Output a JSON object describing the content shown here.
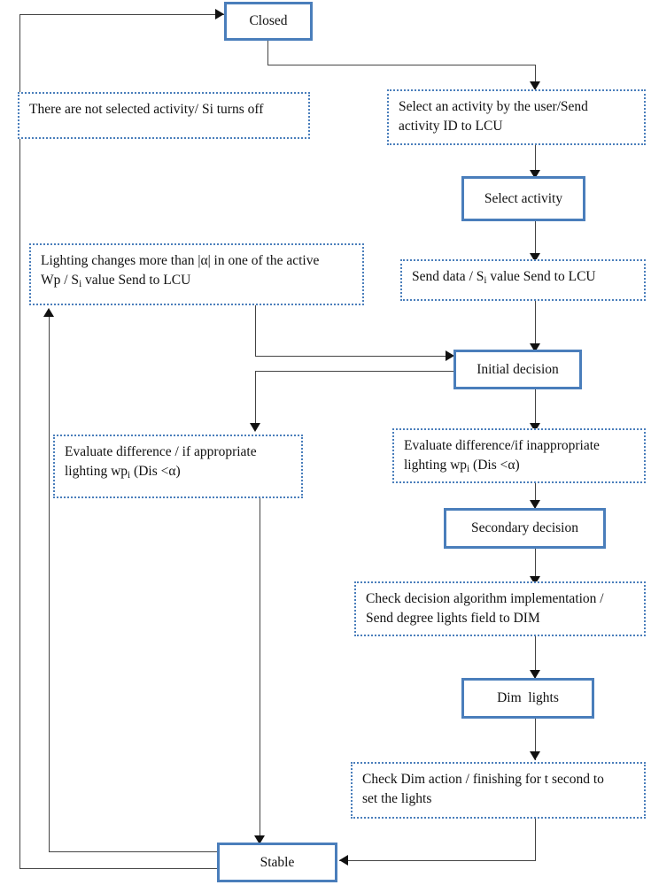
{
  "diagram": {
    "type": "state-flowchart",
    "accent_border_color": "#4a7ebb",
    "connector_color": "#444444",
    "background_color": "#ffffff",
    "states": [
      {
        "id": "closed",
        "label": "Closed"
      },
      {
        "id": "select_activity",
        "label": "Select activity"
      },
      {
        "id": "initial_decision",
        "label": "Initial decision"
      },
      {
        "id": "secondary_decision",
        "label": "Secondary decision"
      },
      {
        "id": "dim_lights",
        "label": "Dim  lights"
      },
      {
        "id": "stable",
        "label": "Stable"
      }
    ],
    "messages": [
      {
        "id": "not_selected",
        "line1": "There are not selected activity/ Si turns off",
        "line2": ""
      },
      {
        "id": "select_by_user",
        "line1": "Select an activity by the user/Send",
        "line2": "activity ID to LCU"
      },
      {
        "id": "send_data",
        "line1": "Send data / S",
        "sub1": "i",
        "line1b": " value Send to LCU",
        "line2": ""
      },
      {
        "id": "lighting_changes",
        "line1": "Lighting changes more than |α| in one of the active",
        "line2a": "Wp / S",
        "sub2": "i",
        "line2b": " value Send to LCU"
      },
      {
        "id": "eval_inappropriate",
        "line1": "Evaluate difference/if inappropriate",
        "line2a": "lighting wp",
        "sub2": "i",
        "line2b": " (Dis <α)"
      },
      {
        "id": "eval_appropriate",
        "line1": "Evaluate difference / if appropriate",
        "line2a": "lighting wp",
        "sub2": "i",
        "line2b": " (Dis <α)"
      },
      {
        "id": "check_decision_algo",
        "line1": "Check decision algorithm implementation /",
        "line2": "Send degree lights field to DIM"
      },
      {
        "id": "check_dim_action",
        "line1": "Check Dim action / finishing for t second to",
        "line2": "set the lights"
      }
    ]
  }
}
